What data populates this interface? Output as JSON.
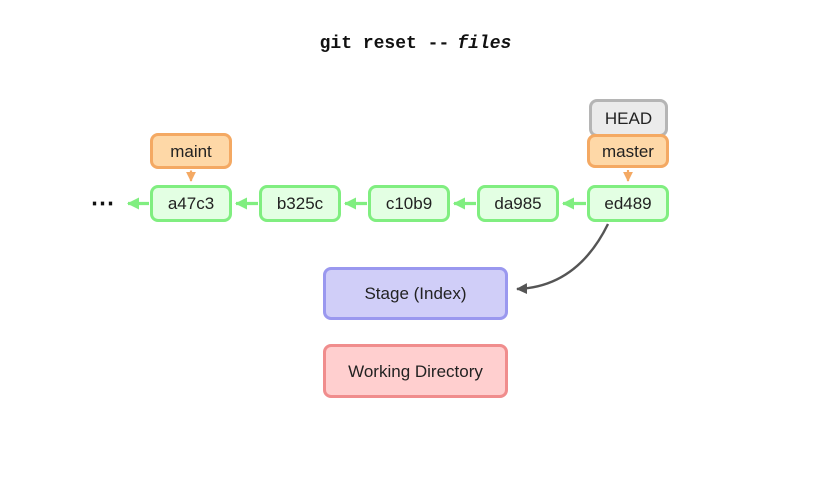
{
  "title": {
    "command": "git reset --",
    "argument": "files"
  },
  "refs": {
    "head": "HEAD",
    "master": "master",
    "maint": "maint"
  },
  "commits": [
    "a47c3",
    "b325c",
    "c10b9",
    "da985",
    "ed489"
  ],
  "areas": {
    "stage": "Stage (Index)",
    "working": "Working Directory"
  },
  "ellipsis": "⋯",
  "colors": {
    "commit_fill": "#e3ffe3",
    "commit_border": "#80ee80",
    "branch_fill": "#fed8a7",
    "branch_border": "#f4a963",
    "head_fill": "#ebebeb",
    "head_border": "#b5b5b5",
    "stage_fill": "#d0cef8",
    "stage_border": "#9a98ef",
    "working_fill": "#ffcfcf",
    "working_border": "#f08d8d",
    "dark_arrow": "#555555",
    "text": "#222222"
  }
}
